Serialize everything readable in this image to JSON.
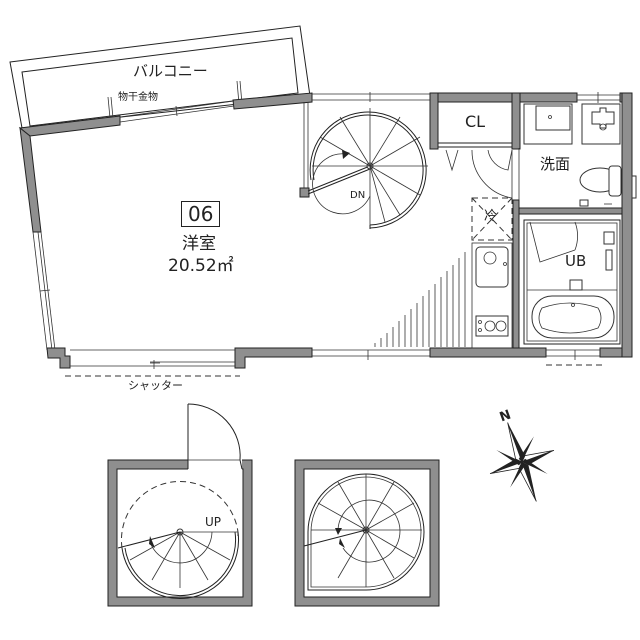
{
  "floor_plan": {
    "unit": {
      "number": "06",
      "room_type": "洋室",
      "area": "20.52㎡"
    },
    "labels": {
      "balcony": "バルコニー",
      "laundry_fixture": "物干金物",
      "shutter": "シャッター",
      "closet": "CL",
      "washroom": "洗面",
      "unit_bath": "UB",
      "refrigerator": "冷",
      "stairs_down": "DN",
      "stairs_up": "UP",
      "north": "N"
    },
    "colors": {
      "wall_fill": "#8f8f8f",
      "line": "#222222",
      "background": "#ffffff"
    },
    "sub_plans": [
      {
        "name": "lower-floor-stair",
        "label": "UP"
      },
      {
        "name": "upper-floor-stair",
        "label": ""
      }
    ]
  }
}
